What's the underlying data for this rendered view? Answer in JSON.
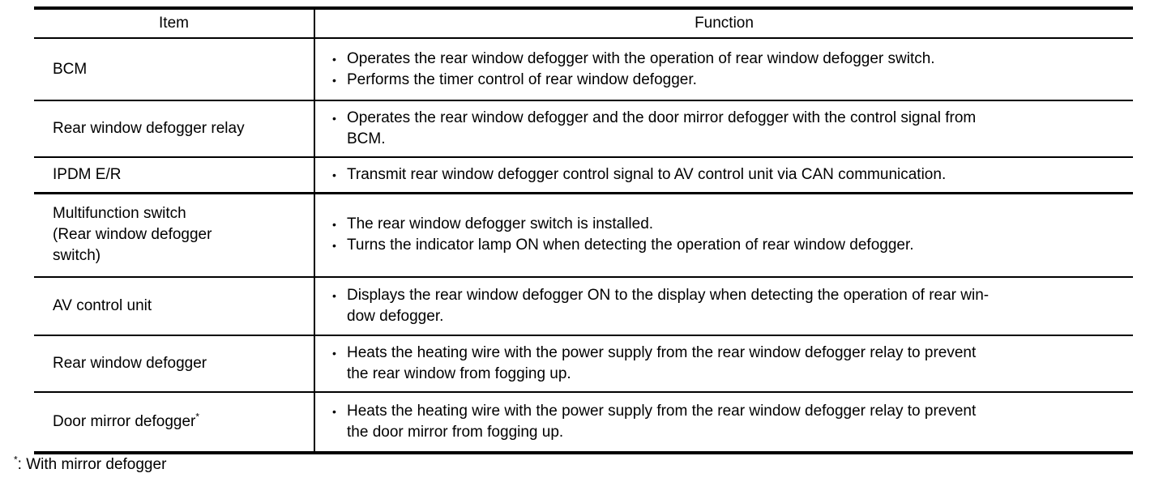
{
  "page": {
    "background": "#ffffff",
    "text_color": "#000000"
  },
  "table": {
    "bullet_char": "•",
    "headers": {
      "item": "Item",
      "function": "Function"
    },
    "rows": [
      {
        "item": "BCM",
        "bullets": [
          "Operates the rear window defogger with the operation of rear window defogger switch.",
          "Performs the timer control of rear window defogger."
        ]
      },
      {
        "item": "Rear window defogger relay",
        "bullets": [
          "Operates the rear window defogger and the door mirror defogger with the control signal from\nBCM."
        ]
      },
      {
        "item": "IPDM E/R",
        "bullets": [
          "Transmit rear window defogger control signal to AV control unit via CAN communication."
        ]
      },
      {
        "item": "Multifunction switch\n(Rear window defogger\nswitch)",
        "bullets": [
          "The rear window defogger switch is installed.",
          "Turns the indicator lamp ON when detecting the operation of rear window defogger."
        ]
      },
      {
        "item": "AV control unit",
        "bullets": [
          "Displays the rear window defogger ON to the display when detecting the operation of rear win-\ndow defogger."
        ]
      },
      {
        "item": "Rear window defogger",
        "bullets": [
          "Heats the heating wire with the power supply from the rear window defogger relay to prevent\nthe rear window from fogging up."
        ]
      },
      {
        "item": "Door mirror defogger",
        "item_superscript": "*",
        "bullets": [
          "Heats the heating wire with the power supply from the rear window defogger relay to prevent\nthe door mirror from fogging up."
        ]
      }
    ]
  },
  "footnote": {
    "marker": "*",
    "separator": ":",
    "text": "With mirror defogger"
  }
}
